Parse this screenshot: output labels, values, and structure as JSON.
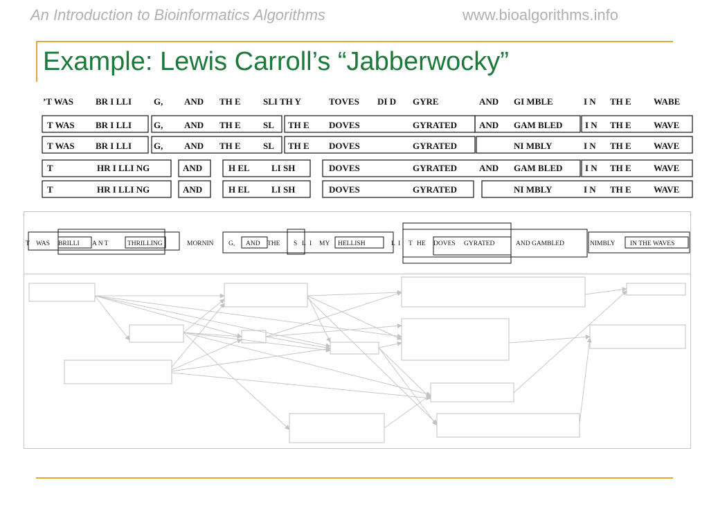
{
  "header": {
    "left": "An Introduction to Bioinformatics Algorithms",
    "right": "www.bioalgorithms.info"
  },
  "title": "Example: Lewis Carroll’s “Jabberwocky”",
  "colors": {
    "accent": "#e3a63a",
    "title": "#1b7a3a",
    "header": "#b0b0b0",
    "graph": "#c8c8c8"
  },
  "rows": [
    [
      "’T WAS",
      "BR I LLI",
      "G,",
      "AND",
      "TH E",
      "SLI TH Y",
      "TOVES",
      "DI D",
      "GYRE",
      "AND",
      "GI MBLE",
      "I N",
      "TH E",
      "WABE"
    ],
    [
      "T WAS",
      "BR I LLI",
      "G,",
      "AND",
      "TH E",
      "SL",
      "TH E",
      "DOVES",
      "GYRATED",
      "AND",
      "GAM BLED",
      "I N",
      "TH E",
      "WAVE"
    ],
    [
      "T WAS",
      "BR I LLI",
      "G,",
      "AND",
      "TH E",
      "SL",
      "TH E",
      "DOVES",
      "GYRATED",
      "NI MBLY",
      "I N",
      "TH E",
      "WAVE"
    ],
    [
      "T",
      "HR I LLI NG",
      "AND",
      "H EL",
      "LI SH",
      "DOVES",
      "GYRATED",
      "AND",
      "GAM BLED",
      "I N",
      "TH E",
      "WAVE"
    ],
    [
      "T",
      "HR I LLI NG",
      "AND",
      "H EL",
      "LI SH",
      "DOVES",
      "GYRATED",
      "NI MBLY",
      "I N",
      "TH E",
      "WAVE"
    ]
  ],
  "strip": [
    "T",
    "WAS",
    "BRILLI",
    "A N T",
    "THRILLING",
    "MORNIN",
    "G,",
    "AND",
    "THE",
    "S",
    "L",
    "I",
    "MY",
    "HELLISH",
    "L",
    "I",
    "T",
    "HE",
    "DOVES",
    "GYRATED",
    "AND GAMBLED",
    "NIMBLY",
    "IN THE WAVES"
  ]
}
